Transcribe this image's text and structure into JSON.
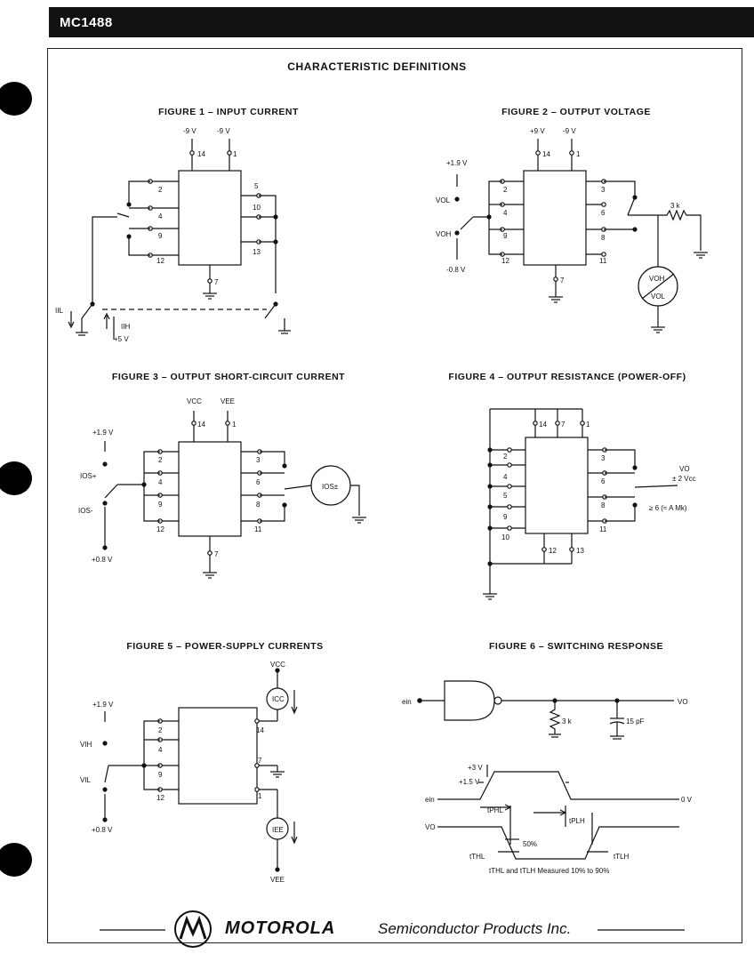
{
  "header": {
    "part_number": "MC1488"
  },
  "page_title": "CHARACTERISTIC DEFINITIONS",
  "figures": {
    "fig1": {
      "title": "FIGURE 1 – INPUT CURRENT"
    },
    "fig2": {
      "title": "FIGURE 2 – OUTPUT VOLTAGE"
    },
    "fig3": {
      "title": "FIGURE 3 – OUTPUT SHORT-CIRCUIT CURRENT"
    },
    "fig4": {
      "title": "FIGURE 4 – OUTPUT RESISTANCE (POWER-OFF)"
    },
    "fig5": {
      "title": "FIGURE 5 – POWER-SUPPLY CURRENTS"
    },
    "fig6": {
      "title": "FIGURE 6 – SWITCHING RESPONSE"
    }
  },
  "labels": {
    "neg9v": "-9 V",
    "pos9v": "+9 V",
    "pos19v": "+1.9 V",
    "pos08v": "+0.8 V",
    "neg08v": "-0.8 V",
    "pos5v": "+5 V",
    "iil": "IIL",
    "iih": "IIH",
    "vol": "VOL",
    "voh": "VOH",
    "r3k": "3 k",
    "vcc": "VCC",
    "vee": "VEE",
    "ios_plus": "IOS+",
    "ios_minus": "IOS-",
    "ios_pm": "IOS±",
    "vo": "VO",
    "vo_2vcc": "± 2 Vcc",
    "ro": "≥ 6 (≈ A Mk)",
    "vih": "VIH",
    "vil": "VIL",
    "icc": "ICC",
    "iee": "IEE",
    "ein": "ein",
    "c15pf": "15 pF",
    "v3": "+3 V",
    "v15": "+1.5 V",
    "v0": "0 V",
    "tphl": "tPHL",
    "tplh": "tPLH",
    "pct50": "50%",
    "tthl": "tTHL",
    "ttlh": "tTLH",
    "note": "tTHL and tTLH Measured 10% to 90%"
  },
  "pins": {
    "p1": "1",
    "p2": "2",
    "p3": "3",
    "p4": "4",
    "p5": "5",
    "p6": "6",
    "p7": "7",
    "p8": "8",
    "p9": "9",
    "p10": "10",
    "p11": "11",
    "p12": "12",
    "p13": "13",
    "p14": "14"
  },
  "footer": {
    "brand": "MOTOROLA",
    "tagline": "Semiconductor Products Inc."
  }
}
